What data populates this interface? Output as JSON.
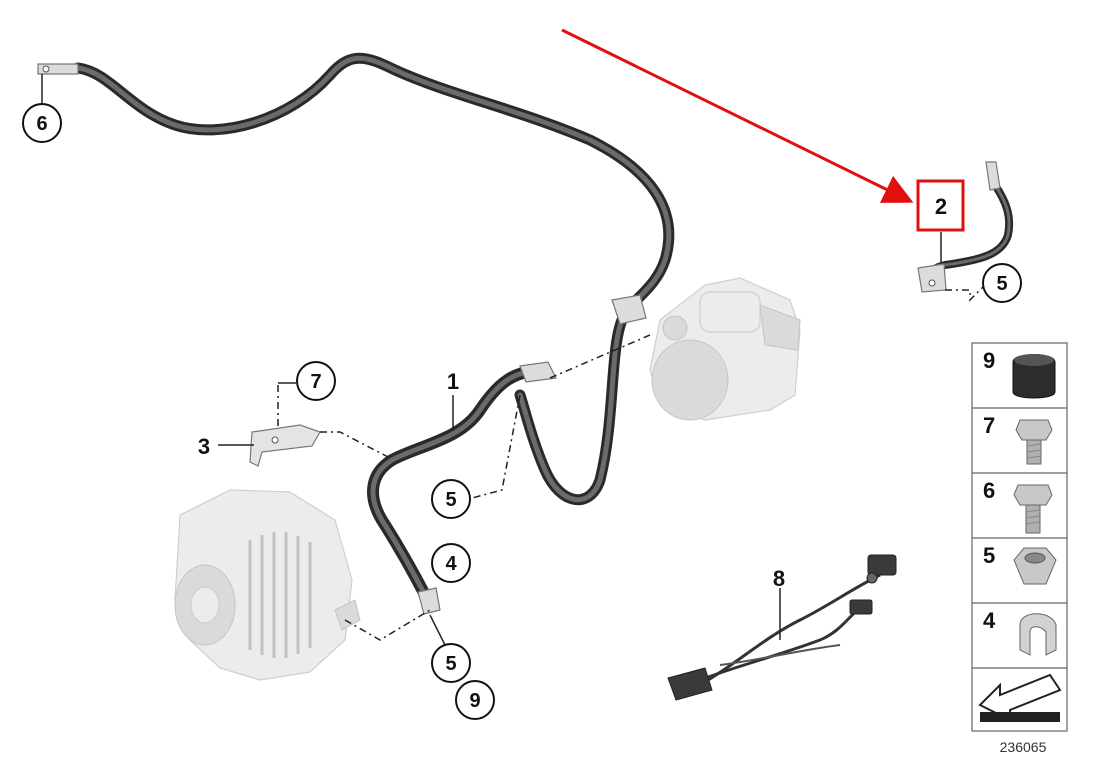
{
  "callouts": {
    "c6": "6",
    "c2": "2",
    "c5_right": "5",
    "c7": "7",
    "c3": "3",
    "c1": "1",
    "c5_mid": "5",
    "c4": "4",
    "c5_bottom": "5",
    "c9": "9",
    "c8": "8"
  },
  "legend": {
    "items": [
      "9",
      "7",
      "6",
      "5",
      "4"
    ]
  },
  "diagram_number": "236065",
  "colors": {
    "highlight_red": "#e01010",
    "cable_dark": "#2a2a2a",
    "ghost_part": "#ececec"
  },
  "icons": [
    "cap-icon",
    "bolt-icon",
    "bolt-icon",
    "hex-nut-icon",
    "clip-icon",
    "arrow-icon"
  ]
}
